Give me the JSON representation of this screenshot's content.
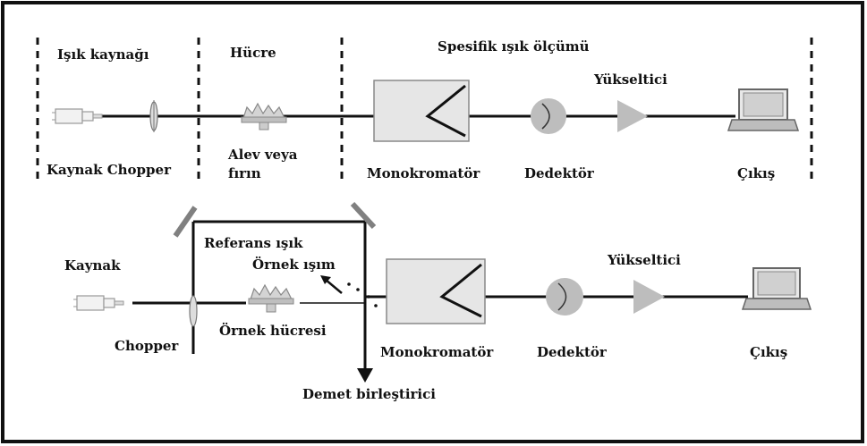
{
  "top": {
    "labels": {
      "source_section": "Işık kaynağı",
      "cell_section": "Hücre",
      "measurement_section": "Spesifik ışık ölçümü",
      "source_chopper": "Kaynak Chopper",
      "flame_line1": "Alev veya",
      "flame_line2": "fırın",
      "monochromator": "Monokromatör",
      "detector": "Dedektör",
      "amplifier": "Yükseltici",
      "output": "Çıkış"
    }
  },
  "bottom": {
    "labels": {
      "source": "Kaynak",
      "chopper": "Chopper",
      "reference_light": "Referans ışık",
      "sample_beam": "Örnek ışım",
      "sample_cell": "Örnek hücresi",
      "beam_combiner": "Demet birleştirici",
      "monochromator": "Monokromatör",
      "detector": "Dedektör",
      "amplifier": "Yükseltici",
      "output": "Çıkış"
    }
  },
  "colors": {
    "line": "#111111",
    "component_fill": "#e6e6e6",
    "component_stroke": "#888888",
    "detector_fill": "#bdbdbd",
    "mirror": "#808080"
  }
}
